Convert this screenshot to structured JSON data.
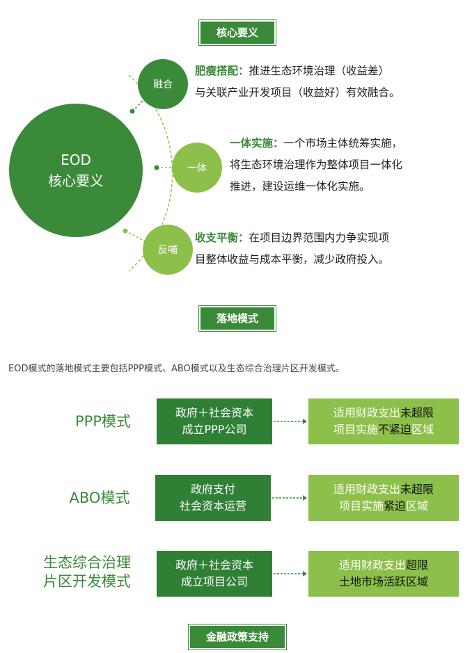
{
  "sections": {
    "core_title": "核心要义",
    "landing_title": "落地模式",
    "finance_title": "金融政策支持"
  },
  "core": {
    "center_line1": "EOD",
    "center_line2": "核心要义",
    "items": [
      {
        "tag": "融合",
        "keyword": "肥瘦搭配：",
        "line1": "推进生态环境治理（收益差）",
        "line2": "与关联产业开发项目（收益好）有效融合。",
        "line3": ""
      },
      {
        "tag": "一体",
        "keyword": "一体实施：",
        "line1": "一个市场主体统筹实施，",
        "line2": "将生态环境治理作为整体项目一体化",
        "line3": "推进，建设运维一体化实施。"
      },
      {
        "tag": "反哺",
        "keyword": "收支平衡：",
        "line1": "在项目边界范围内力争实现项",
        "line2": "目整体收益与成本平衡，减少政府投入。",
        "line3": ""
      }
    ]
  },
  "intro_text": "EOD模式的落地模式主要包括PPP模式、ABO模式以及生态综合治理片区开发模式。",
  "modes": [
    {
      "label_line1": "PPP模式",
      "label_line2": "",
      "left_line1": "政府＋社会资本",
      "left_line2": "成立PPP公司",
      "right_line1_a": "适用财政支出",
      "right_line1_b": "未超限",
      "right_line2_a": "项目实施",
      "right_line2_b": "不紧迫",
      "right_line2_c": "区域"
    },
    {
      "label_line1": "ABO模式",
      "label_line2": "",
      "left_line1": "政府支付",
      "left_line2": "社会资本运营",
      "right_line1_a": "适用财政支出",
      "right_line1_b": "未超限",
      "right_line2_a": "项目实施",
      "right_line2_b": "紧迫",
      "right_line2_c": "区域"
    },
    {
      "label_line1": "生态综合治理",
      "label_line2": "片区开发模式",
      "left_line1": "政府＋社会资本",
      "left_line2": "成立项目公司",
      "right_line1_a": "适用财政支出",
      "right_line1_b": "超限",
      "right_line2_a": "",
      "right_line2_b": "土地市场活跃区域",
      "right_line2_c": ""
    }
  ],
  "colors": {
    "dark_green": "#3a8a3a",
    "light_green": "#8cc04a"
  }
}
